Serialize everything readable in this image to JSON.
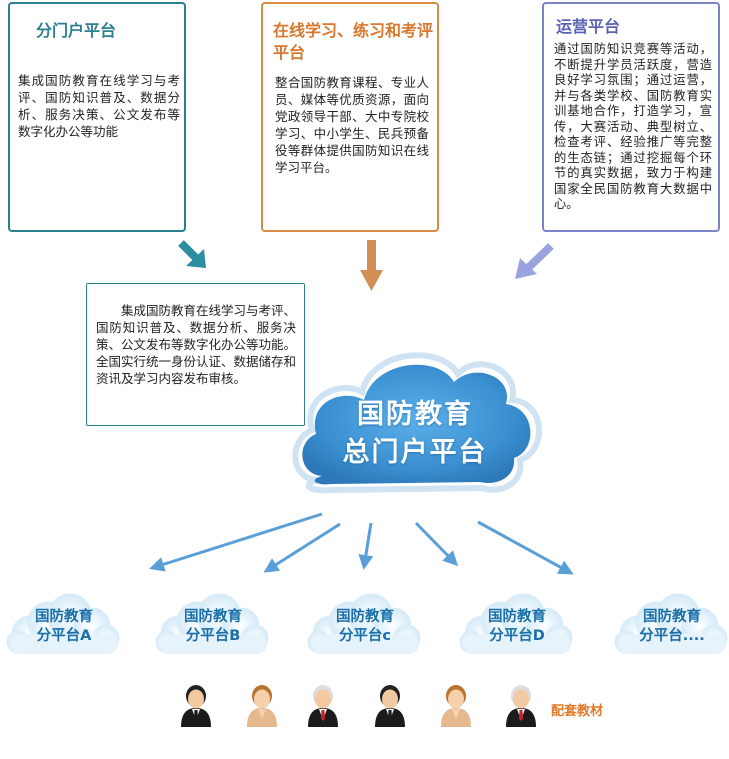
{
  "boxes": {
    "sub_portal": {
      "title": "分门户平台",
      "text": "集成国防教育在线学习与考评、国防知识普及、数据分析、服务决策、公文发布等数字化办公等功能"
    },
    "online_learning": {
      "title": "在线学习、练习和考评平台",
      "text": "整合国防教育课程、专业人员、媒体等优质资源，面向党政领导干部、大中专院校学习、中小学生、民兵预备役等群体提供国防知识在线学习平台。"
    },
    "operations": {
      "title": "运营平台",
      "text": "通过国防知识竞赛等活动，不断提升学员活跃度，营造良好学习氛围；通过运营，并与各类学校、国防教育实训基地合作，打造学习，宣传，大赛活动、典型树立、检查考评、经验推广等完整的生态链；通过挖掘每个环节的真实数据，致力于构建国家全民国防教育大数据中心。"
    },
    "main_info": {
      "text": "集成国防教育在线学习与考评、国防知识普及、数据分析、服务决策、公文发布等数字化办公等功能。全国实行统一身份认证、数据储存和资讯及学习内容发布审核。"
    }
  },
  "main_platform": {
    "line1": "国防教育",
    "line2": "总门户平台"
  },
  "sub_platforms": [
    {
      "line1": "国防教育",
      "line2": "分平台A"
    },
    {
      "line1": "国防教育",
      "line2": "分平台B"
    },
    {
      "line1": "国防教育",
      "line2": "分平台c"
    },
    {
      "line1": "国防教育",
      "line2": "分平台D"
    },
    {
      "line1": "国防教育",
      "line2": "分平台...."
    }
  ],
  "legend": {
    "label": "配套教材",
    "person_icons": [
      "male-user-icon",
      "female-user-icon",
      "elder-user-icon",
      "male-user-icon",
      "female-user-icon",
      "elder-user-icon"
    ]
  },
  "colors": {
    "teal": "#2b7f8f",
    "orange": "#d98a45",
    "purple": "#7b84c9",
    "cloud_blue": "#3a8fd0",
    "arrow_blue": "#5b9fd8"
  }
}
